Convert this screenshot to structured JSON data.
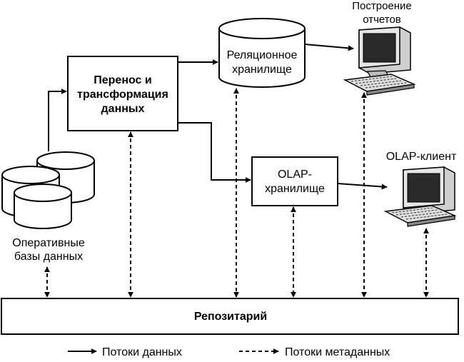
{
  "transform_box": {
    "lines": [
      "Перенос и",
      "трансформация",
      "данных"
    ]
  },
  "relational_store": {
    "lines": [
      "Реляционное",
      "хранилище"
    ]
  },
  "olap_store": {
    "lines": [
      "OLAP-",
      "хранилище"
    ]
  },
  "operational_dbs": {
    "lines": [
      "Оперативные",
      "базы данных"
    ]
  },
  "reporting": {
    "lines": [
      "Построение",
      "отчетов"
    ]
  },
  "olap_client": {
    "label": "OLAP-клиент"
  },
  "repository": {
    "label": "Репозитарий"
  },
  "legend": {
    "data_flows": "Потоки данных",
    "metadata_flows": "Потоки метаданных"
  }
}
